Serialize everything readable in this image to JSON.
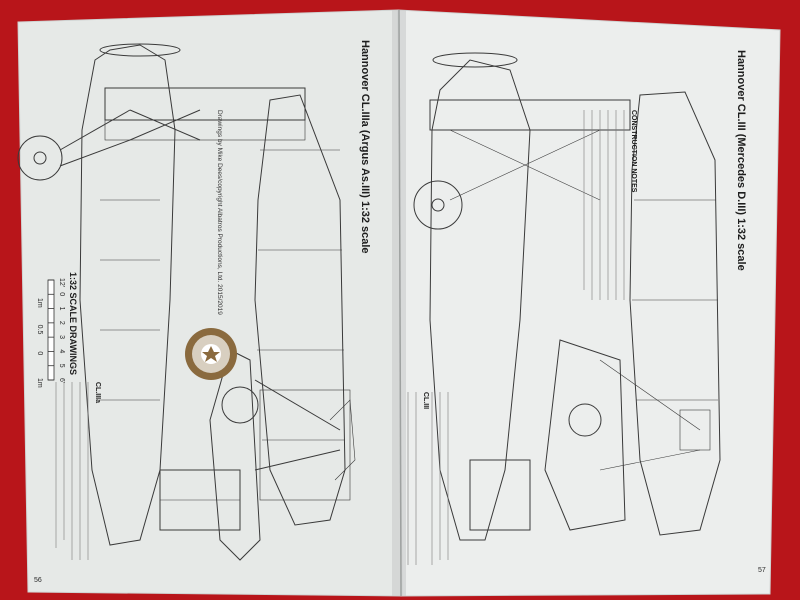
{
  "left_page": {
    "title": "Hannover CL.IIIa (Argus As.III) 1:32 scale",
    "credit": "Drawings by Mike Dees/copyright Albatros Productions, Ltd. 2015/2019",
    "scale_bar": {
      "title": "1:32 SCALE DRAWINGS",
      "feet_labels": [
        "12'",
        "0",
        "1",
        "2",
        "3",
        "4",
        "5",
        "6'"
      ],
      "meter_labels": [
        "1m",
        "0.5",
        "0",
        "1m"
      ]
    },
    "note_heading": "CL.IIIa",
    "page_number": "56"
  },
  "right_page": {
    "title": "Hannover CL.III (Mercedes D.III) 1:32 scale",
    "note_heading": "CONSTRUCTION NOTES",
    "note2_heading": "CL.III",
    "page_number": "57"
  },
  "colors": {
    "background": "#b8151a",
    "paper": "#e9ece9",
    "ink": "#3a3a3a"
  }
}
